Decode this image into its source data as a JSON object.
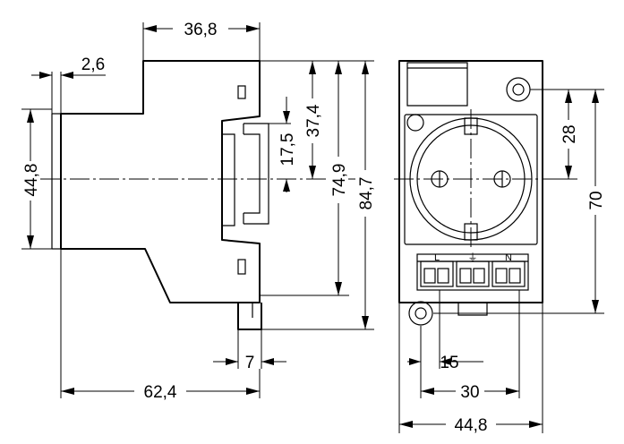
{
  "colors": {
    "ink": "#000000",
    "paper": "#ffffff"
  },
  "side_view": {
    "dim_top": "36,8",
    "dim_step": "2,6",
    "dim_left": "44,8",
    "dim_rail": "17,5",
    "dim_mid": "37,4",
    "dim_height_inner": "74,9",
    "dim_height_outer": "84,7",
    "dim_clip": "7",
    "dim_depth": "62,4"
  },
  "front_view": {
    "terminal_l": "L",
    "terminal_pe": "⏚",
    "terminal_n": "N",
    "dim_hole_offset": "28",
    "dim_hole_spacing": "70",
    "dim_terminal_pitch": "15",
    "dim_terminal_span": "30",
    "dim_width": "44,8"
  }
}
